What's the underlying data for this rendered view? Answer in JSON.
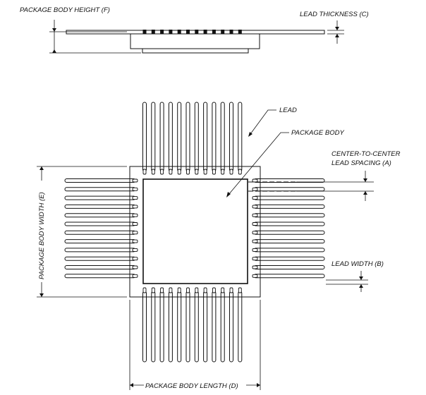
{
  "labels": {
    "package_body_height": "PACKAGE BODY HEIGHT (F)",
    "lead_thickness": "LEAD THICKNESS (C)",
    "lead": "LEAD",
    "package_body": "PACKAGE BODY",
    "center_spacing_line1": "CENTER-TO-CENTER",
    "center_spacing_line2": "LEAD SPACING (A)",
    "package_body_width": "PACKAGE BODY WIDTH (E)",
    "lead_width": "LEAD WIDTH (B)",
    "package_body_length": "PACKAGE BODY LENGTH (D)"
  },
  "package": {
    "leads_per_side": 12
  }
}
